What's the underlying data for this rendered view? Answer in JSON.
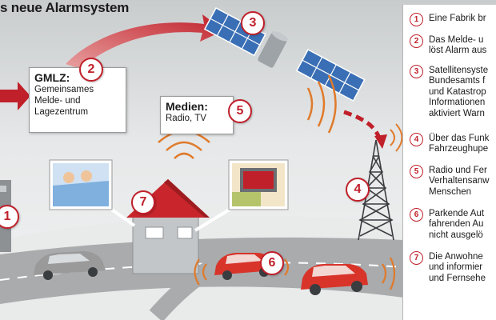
{
  "title": "s neue Alarmsystem",
  "callouts": {
    "gmlz": {
      "head": "GMLZ:",
      "body": "Gemeinsames Melde- und Lagezentrum"
    },
    "medien": {
      "head": "Medien:",
      "body": "Radio, TV"
    }
  },
  "badges": [
    "1",
    "2",
    "3",
    "4",
    "5",
    "6",
    "7"
  ],
  "legend": [
    {
      "num": "1",
      "text": "Eine Fabrik br"
    },
    {
      "num": "2",
      "text": "Das Melde- u\nlöst Alarm aus"
    },
    {
      "num": "3",
      "text": "Satellitensyste\nBundesamts f\nund Katastrop\nInformationen\naktiviert Warn"
    },
    {
      "num": "4",
      "text": "Über das Funk\nFahrzeughupe"
    },
    {
      "num": "5",
      "text": "Radio und Fer\nVerhaltensanw\nMenschen"
    },
    {
      "num": "6",
      "text": "Parkende Aut\nfahrenden Au\nnicht ausgelö"
    },
    {
      "num": "7",
      "text": "Die Anwohne\nund informier\nund Fernsehe"
    }
  ],
  "colors": {
    "accent": "#c0202a",
    "house_roof": "#c8262c",
    "car_red": "#d8342a",
    "car_grey": "#9a9a9a",
    "road": "#a9abad"
  }
}
